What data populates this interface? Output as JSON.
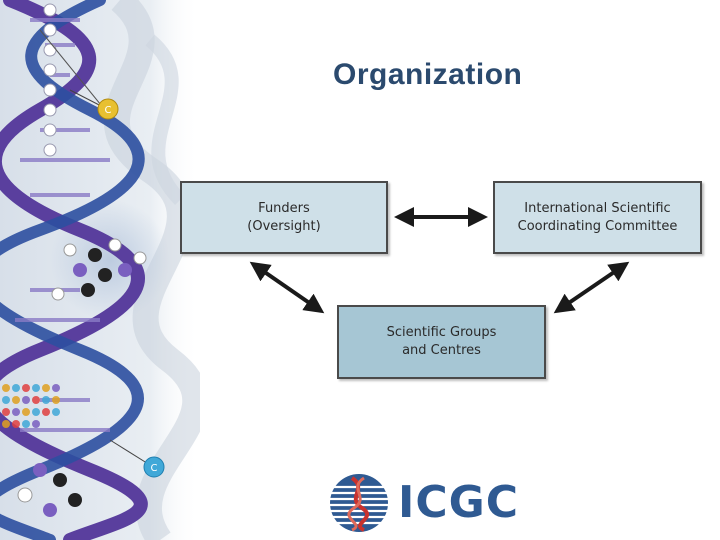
{
  "slide": {
    "title": "Organization"
  },
  "boxes": {
    "funders": "Funders\n(Oversight)",
    "iscc": "International Scientific\nCoordinating Committee",
    "groups": "Scientific Groups\nand Centres"
  },
  "logo": {
    "text": "ICGC"
  },
  "colors": {
    "title": "#2b4a6e",
    "box_light": "#cfe0e8",
    "box_dark": "#a6c6d4",
    "arrow": "#1a1a1a",
    "logo_blue": "#2f5a92",
    "logo_red": "#c8322e",
    "dna_purple": "#5a3f9e",
    "dna_blue": "#2c4fa0"
  },
  "icons": [
    "dna-helix-image",
    "molecule-icon",
    "nucleotide-c-icon",
    "icgc-logo-mark"
  ]
}
